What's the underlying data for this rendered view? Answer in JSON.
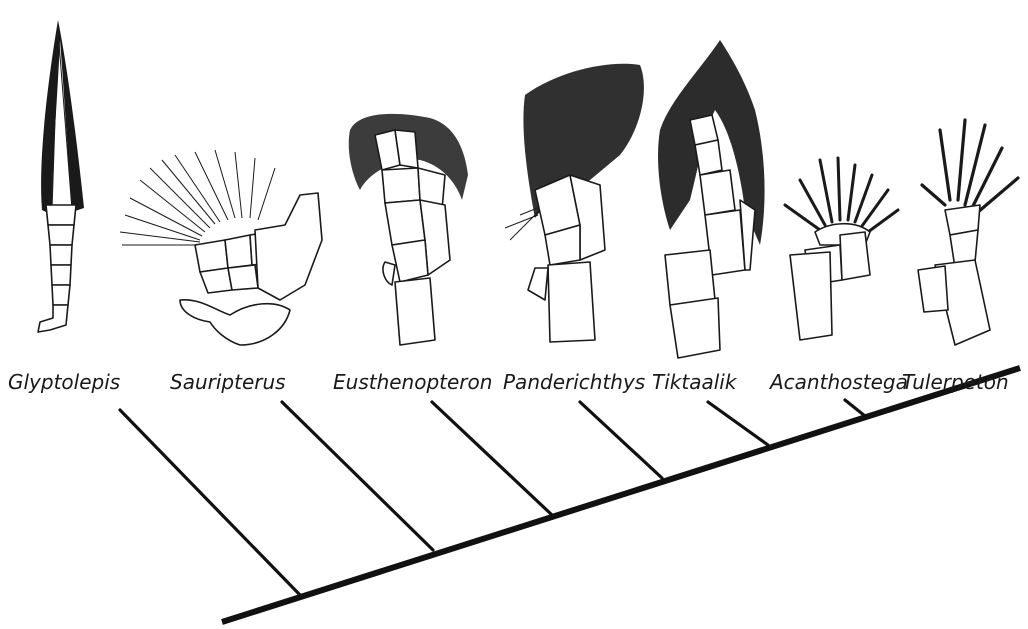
{
  "taxa": [
    {
      "name": "Glyptolepis",
      "icon": "glyptolepis-fin-icon"
    },
    {
      "name": "Sauripterus",
      "icon": "sauripterus-fin-icon"
    },
    {
      "name": "Eusthenopteron",
      "icon": "eusthenopteron-fin-icon"
    },
    {
      "name": "Panderichthys",
      "icon": "panderichthys-fin-icon"
    },
    {
      "name": "Tiktaalik",
      "icon": "tiktaalik-fin-icon"
    },
    {
      "name": "Acanthostega",
      "icon": "acanthostega-limb-icon"
    },
    {
      "name": "Tulerpeton",
      "icon": "tulerpeton-limb-icon"
    }
  ]
}
